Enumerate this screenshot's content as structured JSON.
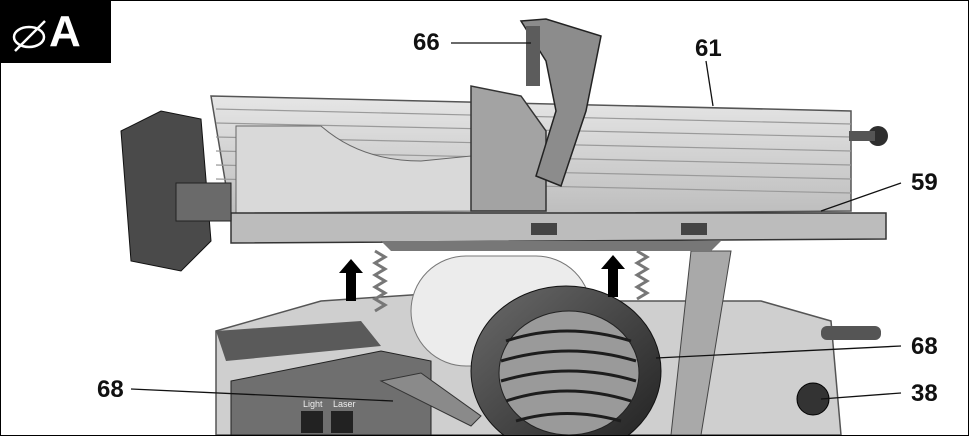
{
  "figure": {
    "label": "A",
    "icon": "saw-blade-off-icon",
    "callouts": [
      {
        "id": "c66",
        "text": "66"
      },
      {
        "id": "c61",
        "text": "61"
      },
      {
        "id": "c59",
        "text": "59"
      },
      {
        "id": "c68a",
        "text": "68"
      },
      {
        "id": "c68b",
        "text": "68"
      },
      {
        "id": "c38",
        "text": "38"
      }
    ],
    "control_labels": {
      "light": "Light",
      "laser": "Laser"
    },
    "colors": {
      "frame": "#000000",
      "machine_dark": "#3a3a3a",
      "machine_mid": "#8a8a8a",
      "machine_light": "#d6d6d6",
      "arrow": "#000000"
    }
  }
}
